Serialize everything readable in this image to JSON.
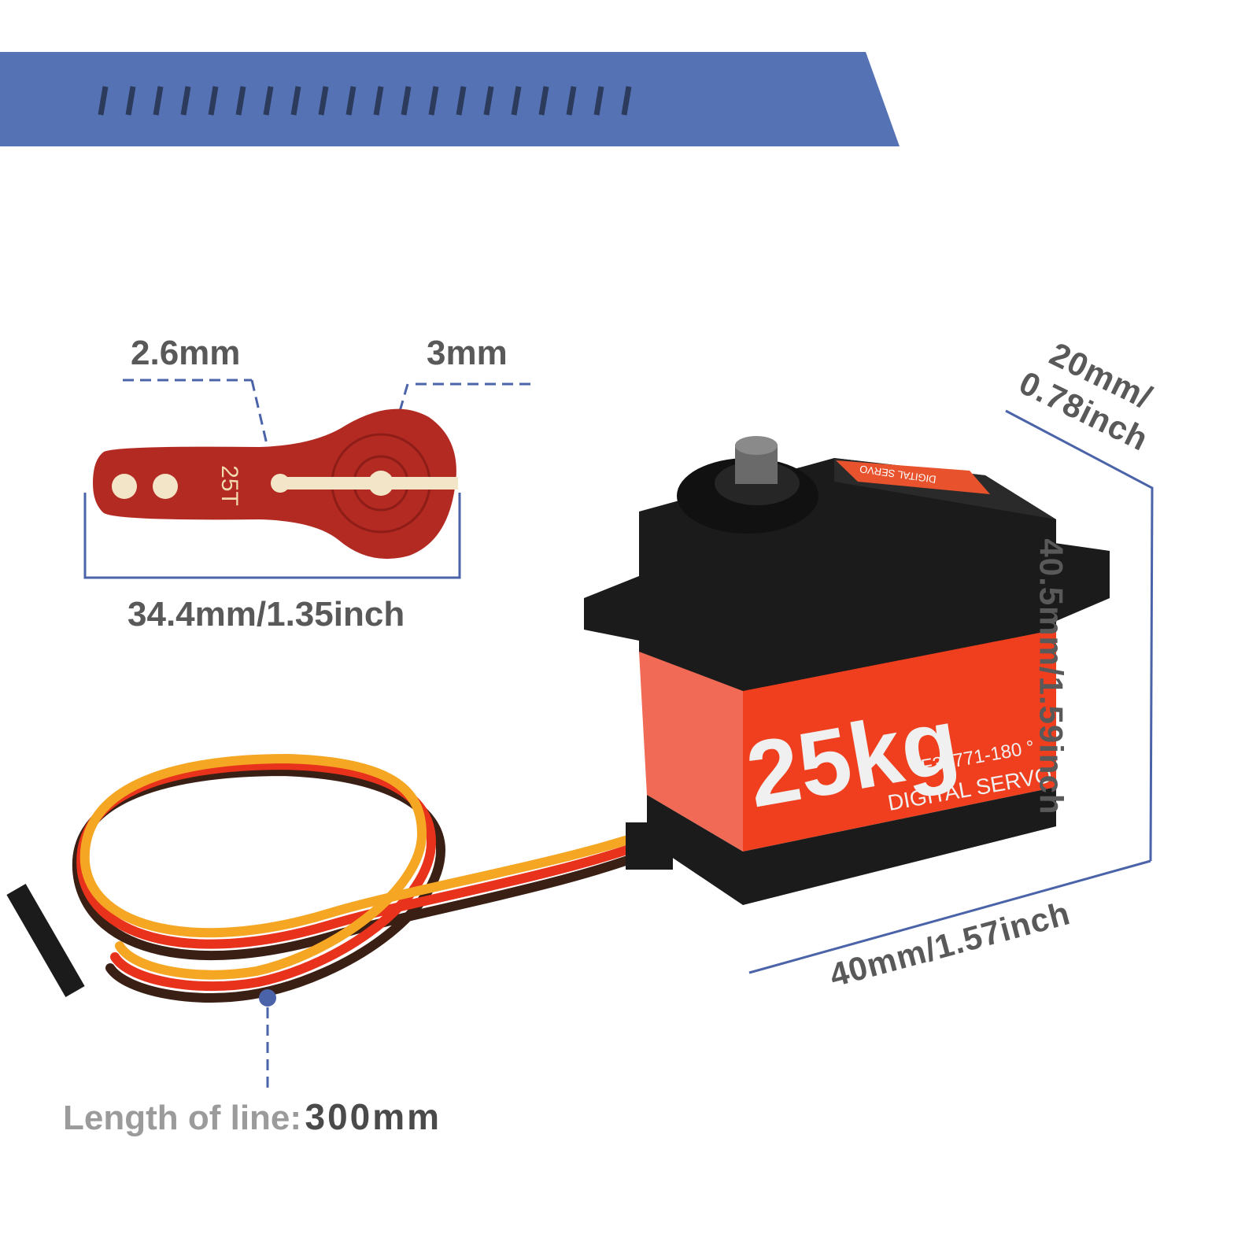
{
  "banner": {
    "color": "#5572b5",
    "stripe_color": "#2c3a5c",
    "stripe_count": 20
  },
  "horn": {
    "color": "#b22a22",
    "tooth_label": "25T",
    "hole_label": "2.6mm",
    "shaft_label": "3mm",
    "length_label": "34.4mm/1.35inch"
  },
  "servo": {
    "body_color": "#ef3f1f",
    "case_color": "#1b1b1b",
    "weight_label": "25kg",
    "model_label": "F38771-180 °",
    "type_label": "DIGITAL SERVO",
    "sticker_label": "DIGITAL SERVO"
  },
  "dimensions": {
    "depth": "20mm/\n0.78inch",
    "height": "40.5mm/1.59inch",
    "width": "40mm/1.57inch"
  },
  "cable": {
    "length_label": "Length of line:",
    "length_value": "300mm",
    "wire_colors": [
      "#f5a623",
      "#e8321c",
      "#3a1f14"
    ]
  },
  "accent_color": "#4b63a8"
}
